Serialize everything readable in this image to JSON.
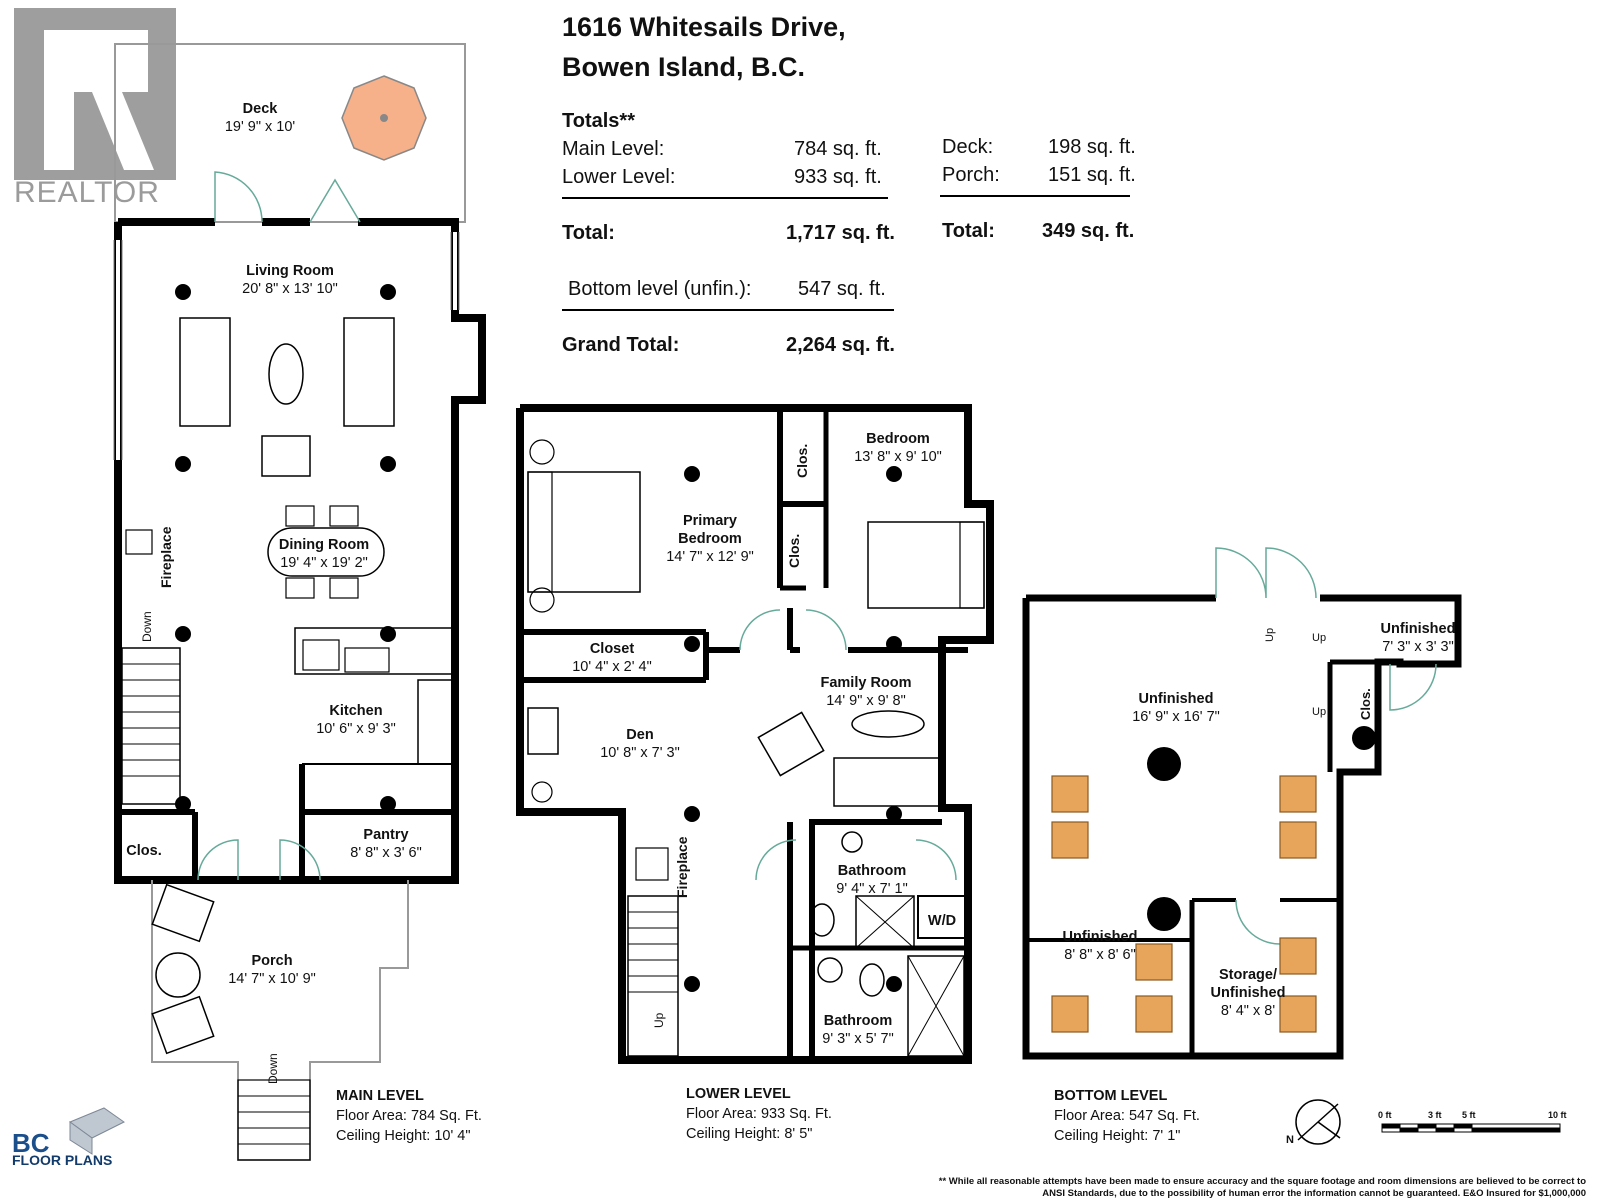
{
  "header": {
    "address_line1": "1616 Whitesails Drive,",
    "address_line2": "Bowen Island, B.C."
  },
  "totals": {
    "heading": "Totals**",
    "rows": [
      {
        "label": "Main Level:",
        "value": "784 sq. ft."
      },
      {
        "label": "Lower Level:",
        "value": "933 sq. ft."
      }
    ],
    "total_label": "Total:",
    "total_value": "1,717 sq. ft.",
    "bottom_label": "Bottom level (unfin.):",
    "bottom_value": "547 sq. ft.",
    "grand_label": "Grand Total:",
    "grand_value": "2,264 sq. ft.",
    "outdoor_rows": [
      {
        "label": "Deck:",
        "value": "198 sq. ft."
      },
      {
        "label": "Porch:",
        "value": "151 sq. ft."
      }
    ],
    "outdoor_total_label": "Total:",
    "outdoor_total_value": "349 sq. ft."
  },
  "rooms": {
    "deck": {
      "name": "Deck",
      "dims": "19' 9\" x 10'"
    },
    "living": {
      "name": "Living Room",
      "dims": "20' 8\" x 13' 10\""
    },
    "dining": {
      "name": "Dining Room",
      "dims": "19' 4\" x 19' 2\""
    },
    "kitchen": {
      "name": "Kitchen",
      "dims": "10' 6\" x 9' 3\""
    },
    "pantry": {
      "name": "Pantry",
      "dims": "8' 8\" x 3' 6\""
    },
    "porch": {
      "name": "Porch",
      "dims": "14' 7\" x 10' 9\""
    },
    "primary": {
      "name1": "Primary",
      "name2": "Bedroom",
      "dims": "14' 7\" x 12' 9\""
    },
    "bedroom": {
      "name": "Bedroom",
      "dims": "13' 8\" x 9' 10\""
    },
    "closet": {
      "name": "Closet",
      "dims": "10' 4\" x 2' 4\""
    },
    "family": {
      "name": "Family Room",
      "dims": "14' 9\" x 9' 8\""
    },
    "den": {
      "name": "Den",
      "dims": "10' 8\" x 7' 3\""
    },
    "bath1": {
      "name": "Bathroom",
      "dims": "9' 4\" x 7' 1\""
    },
    "bath2": {
      "name": "Bathroom",
      "dims": "9' 3\" x 5' 7\""
    },
    "unf_main": {
      "name": "Unfinished",
      "dims": "16' 9\" x 16' 7\""
    },
    "unf_small": {
      "name": "Unfinished",
      "dims": "7' 3\" x 3' 3\""
    },
    "unf_low": {
      "name": "Unfinished",
      "dims": "8' 8\" x 8' 6\""
    },
    "storage": {
      "name1": "Storage/",
      "name2": "Unfinished",
      "dims": "8' 4\" x 8'"
    }
  },
  "labels": {
    "clos": "Clos.",
    "fireplace": "Fireplace",
    "down": "Down",
    "up": "Up",
    "wd": "W/D"
  },
  "levels": [
    {
      "title": "MAIN LEVEL",
      "area": "Floor Area:  784 Sq. Ft.",
      "ceiling": "Ceiling Height: 10' 4\""
    },
    {
      "title": "LOWER LEVEL",
      "area": "Floor Area: 933 Sq. Ft.",
      "ceiling": "Ceiling Height: 8' 5\""
    },
    {
      "title": "BOTTOM LEVEL",
      "area": "Floor Area: 547 Sq. Ft.",
      "ceiling": "Ceiling Height: 7' 1\""
    }
  ],
  "scale": {
    "t0": "0 ft",
    "t3": "3 ft",
    "t5": "5 ft",
    "t10": "10 ft"
  },
  "compass": {
    "n": "N"
  },
  "branding": {
    "realtor": "REALTOR",
    "bc": "BC",
    "floorplans": "FLOOR PLANS"
  },
  "disclaimer": "** While all reasonable attempts have been made to ensure accuracy and the square footage and room dimensions are believed to be correct to ANSI Standards, due to the possibility of human error the information cannot be guaranteed. E&O Insured for $1,000,000"
}
